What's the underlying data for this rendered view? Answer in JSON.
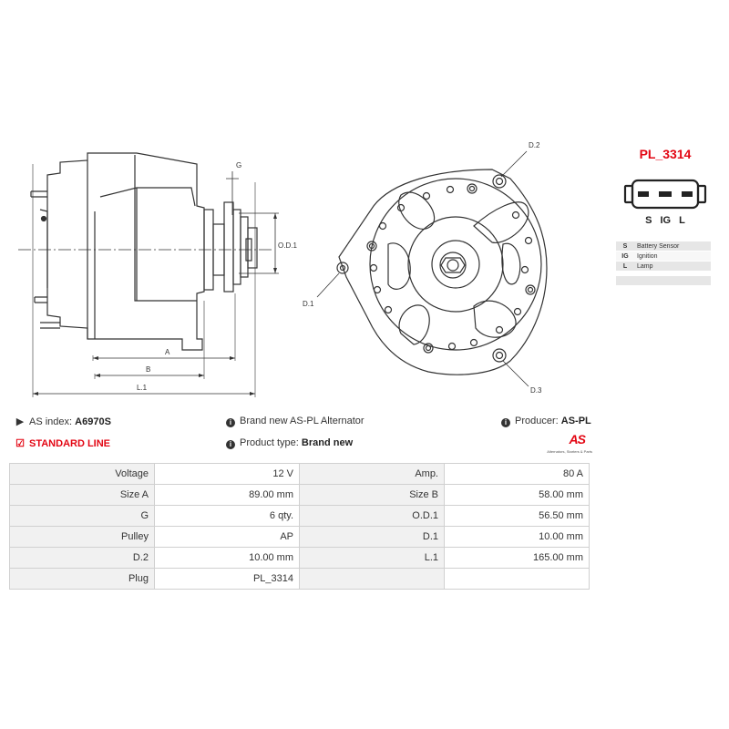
{
  "drawing": {
    "labels": {
      "g": "G",
      "od1": "O.D.1",
      "a": "A",
      "b": "B",
      "l1": "L.1",
      "d1": "D.1",
      "d2": "D.2",
      "d3": "D.3"
    }
  },
  "plug": {
    "title": "PL_3314",
    "pins": [
      "S",
      "IG",
      "L"
    ],
    "legend": [
      {
        "key": "S",
        "desc": "Battery Sensor"
      },
      {
        "key": "IG",
        "desc": "Ignition"
      },
      {
        "key": "L",
        "desc": "Lamp"
      }
    ]
  },
  "info": {
    "as_index_label": "AS index:",
    "as_index_value": "A6970S",
    "brand_line": "Brand new AS-PL Alternator",
    "producer_label": "Producer:",
    "producer_value": "AS-PL",
    "standard_line": "STANDARD LINE",
    "product_type_label": "Product type:",
    "product_type_value": "Brand new"
  },
  "logo": {
    "text": "AS",
    "tagline": "Alternators, Starters & Parts"
  },
  "specs": [
    [
      "Voltage",
      "12 V",
      "Amp.",
      "80 A"
    ],
    [
      "Size A",
      "89.00 mm",
      "Size B",
      "58.00 mm"
    ],
    [
      "G",
      "6 qty.",
      "O.D.1",
      "56.50 mm"
    ],
    [
      "Pulley",
      "AP",
      "D.1",
      "10.00 mm"
    ],
    [
      "D.2",
      "10.00 mm",
      "L.1",
      "165.00 mm"
    ],
    [
      "Plug",
      "PL_3314",
      "",
      ""
    ]
  ],
  "colors": {
    "accent": "#e30613",
    "line": "#333333",
    "row_label_bg": "#f1f1f1"
  }
}
